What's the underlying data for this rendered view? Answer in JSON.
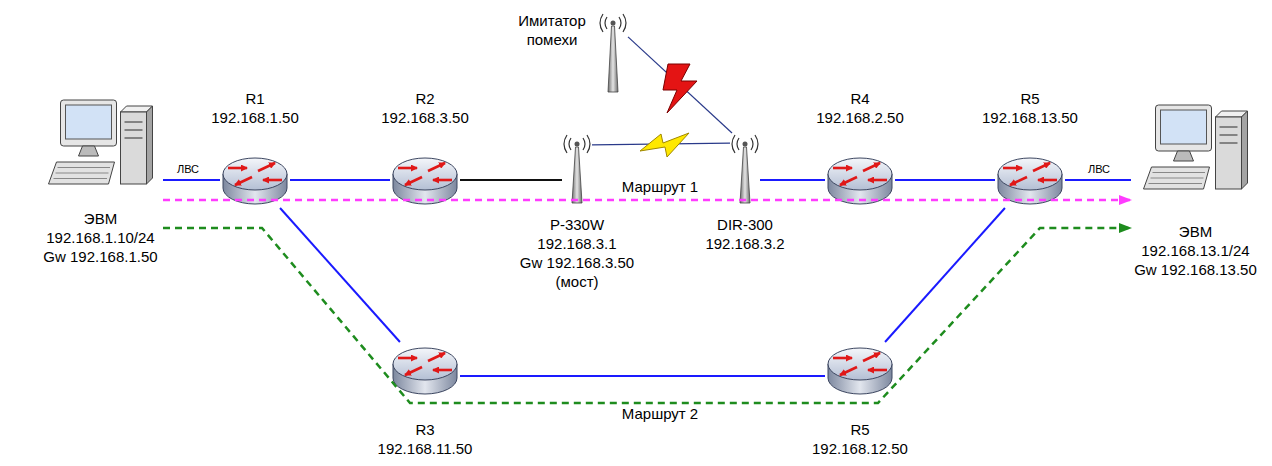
{
  "diagram": {
    "nodes": [
      {
        "text": [
          "Имитатор помехи"
        ]
      },
      {
        "text": [
          "ЭВМ",
          "192.168.1.10/24",
          "Gw 192.168.1.50"
        ]
      },
      {
        "text": [
          "R1",
          "192.168.1.50"
        ]
      },
      {
        "text": [
          "R2",
          "192.168.3.50"
        ]
      },
      {
        "text": [
          "P-330W",
          "192.168.3.1",
          "Gw 192.168.3.50",
          "(мост)"
        ]
      },
      {
        "text": [
          "DIR-300",
          "192.168.3.2"
        ]
      },
      {
        "text": [
          "R4",
          "192.168.2.50"
        ]
      },
      {
        "text": [
          "R5",
          "192.168.13.50"
        ]
      },
      {
        "text": [
          "ЭВМ",
          "192.168.13.1/24",
          "Gw 192.168.13.50"
        ]
      },
      {
        "text": [
          "R3",
          "192.168.11.50"
        ]
      },
      {
        "text": [
          "R5",
          "192.168.12.50"
        ]
      }
    ],
    "edges": [
      {
        "from": 1,
        "to": 2,
        "arrow": "none",
        "label": "ЛВС"
      },
      {
        "from": 2,
        "to": 3,
        "arrow": "none"
      },
      {
        "from": 3,
        "to": 4,
        "arrow": "none"
      },
      {
        "from": 4,
        "to": 5,
        "arrow": "none"
      },
      {
        "from": 0,
        "to": 5,
        "arrow": "none"
      },
      {
        "from": 5,
        "to": 6,
        "arrow": "none"
      },
      {
        "from": 6,
        "to": 7,
        "arrow": "none"
      },
      {
        "from": 7,
        "to": 8,
        "arrow": "none",
        "label": "ЛВС"
      },
      {
        "from": 2,
        "to": 9,
        "arrow": "none"
      },
      {
        "from": 9,
        "to": 10,
        "arrow": "none"
      },
      {
        "from": 10,
        "to": 7,
        "arrow": "none"
      },
      {
        "from": 1,
        "to": 8,
        "arrow": "to",
        "label": "Маршрут 1"
      },
      {
        "from": 1,
        "to": 8,
        "arrow": "to",
        "label": "Маршрут 2"
      }
    ]
  }
}
